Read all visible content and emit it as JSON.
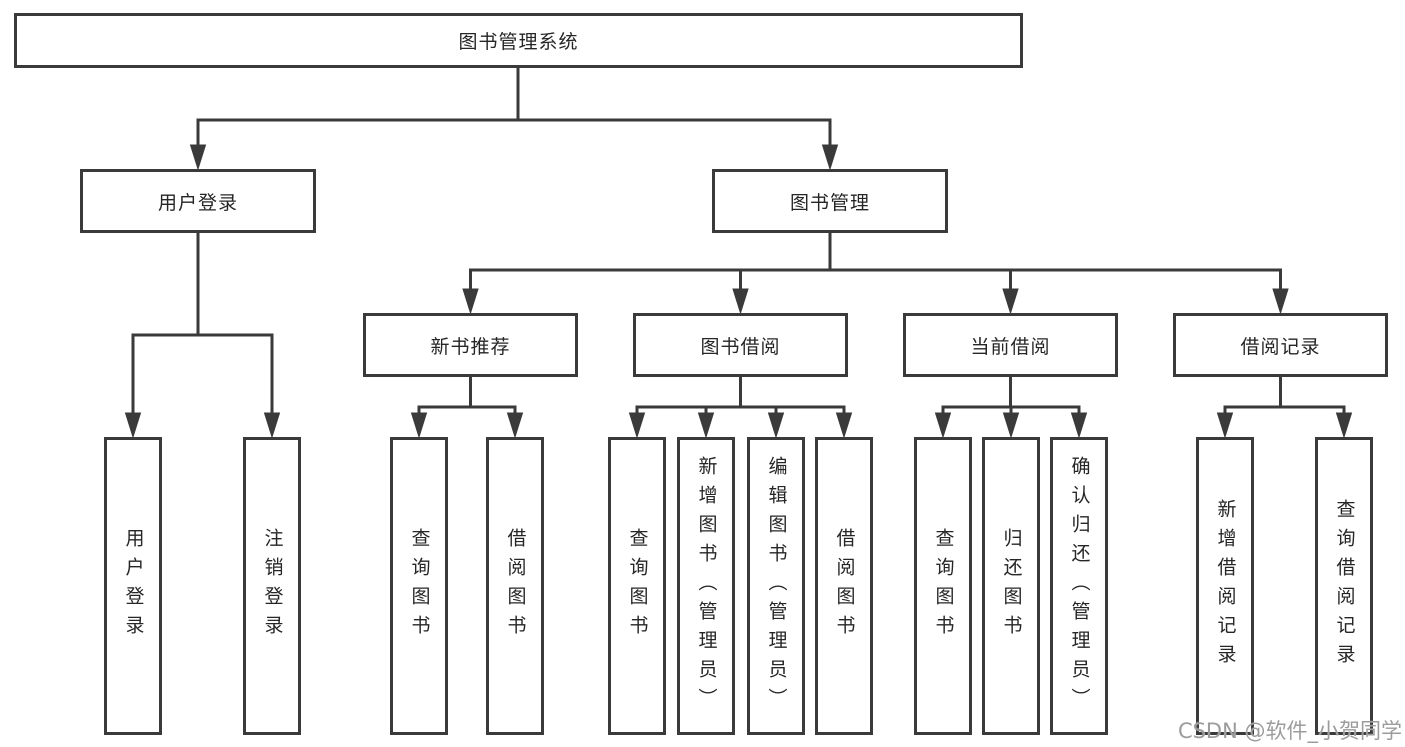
{
  "diagram": {
    "root": {
      "label": "图书管理系统",
      "children": [
        {
          "label": "用户登录",
          "children": [
            {
              "label": "用户登录"
            },
            {
              "label": "注销登录"
            }
          ]
        },
        {
          "label": "图书管理",
          "children": [
            {
              "label": "新书推荐",
              "children": [
                {
                  "label": "查询图书"
                },
                {
                  "label": "借阅图书"
                }
              ]
            },
            {
              "label": "图书借阅",
              "children": [
                {
                  "label": "查询图书"
                },
                {
                  "label": "新增图书（管理员）"
                },
                {
                  "label": "编辑图书（管理员）"
                },
                {
                  "label": "借阅图书"
                }
              ]
            },
            {
              "label": "当前借阅",
              "children": [
                {
                  "label": "查询图书"
                },
                {
                  "label": "归还图书"
                },
                {
                  "label": "确认归还（管理员）"
                }
              ]
            },
            {
              "label": "借阅记录",
              "children": [
                {
                  "label": "新增借阅记录"
                },
                {
                  "label": "查询借阅记录"
                }
              ]
            }
          ]
        }
      ]
    }
  },
  "watermark": {
    "text": "CSDN @软件_小贺同学",
    "color": "#9c9c9c"
  },
  "colors": {
    "line": "#3a3a3a",
    "box_border": "#3a3a3a",
    "text": "#262626",
    "background": "#ffffff"
  }
}
